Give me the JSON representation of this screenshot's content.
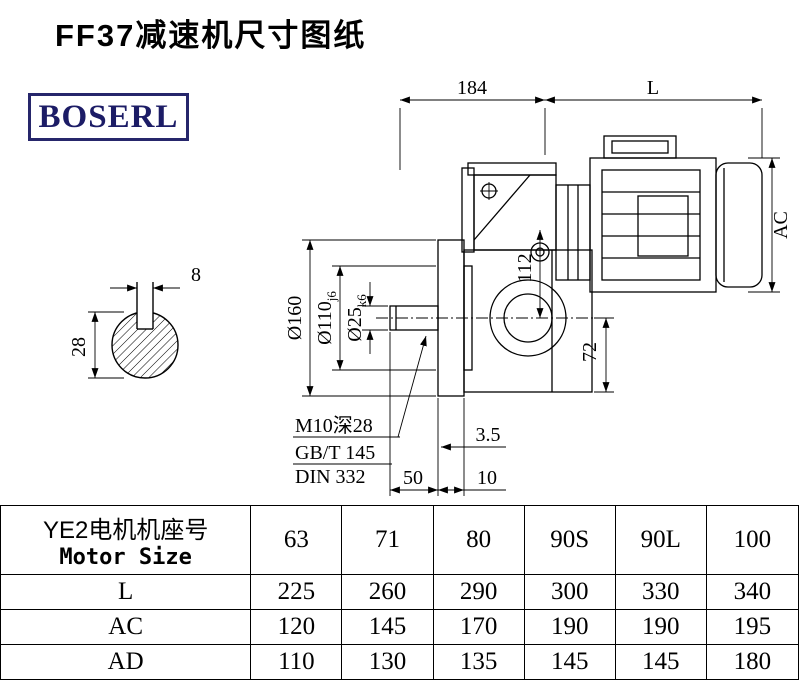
{
  "page": {
    "title": "FF37减速机尺寸图纸"
  },
  "logo": {
    "text": "BOSERL"
  },
  "drawing": {
    "dims": {
      "d184": "184",
      "L": "L",
      "AC": "AC",
      "d112": "112",
      "d72": "72",
      "dia160": "Ø160",
      "dia110": "Ø110",
      "dia110_tol": "j6",
      "dia25": "Ø25",
      "dia25_tol": "k6",
      "d8": "8",
      "d28": "28",
      "d3_5": "3.5",
      "d50": "50",
      "d10": "10"
    },
    "notes": [
      "M10深28",
      "GB/T 145",
      "DIN 332"
    ]
  },
  "table": {
    "header": {
      "line1": "YE2电机机座号",
      "line2": "Motor Size"
    },
    "sizes": [
      "63",
      "71",
      "80",
      "90S",
      "90L",
      "100"
    ],
    "rows": [
      {
        "label": "L",
        "values": [
          "225",
          "260",
          "290",
          "300",
          "330",
          "340"
        ]
      },
      {
        "label": "AC",
        "values": [
          "120",
          "145",
          "170",
          "190",
          "190",
          "195"
        ]
      },
      {
        "label": "AD",
        "values": [
          "110",
          "130",
          "135",
          "145",
          "145",
          "180"
        ]
      }
    ]
  }
}
